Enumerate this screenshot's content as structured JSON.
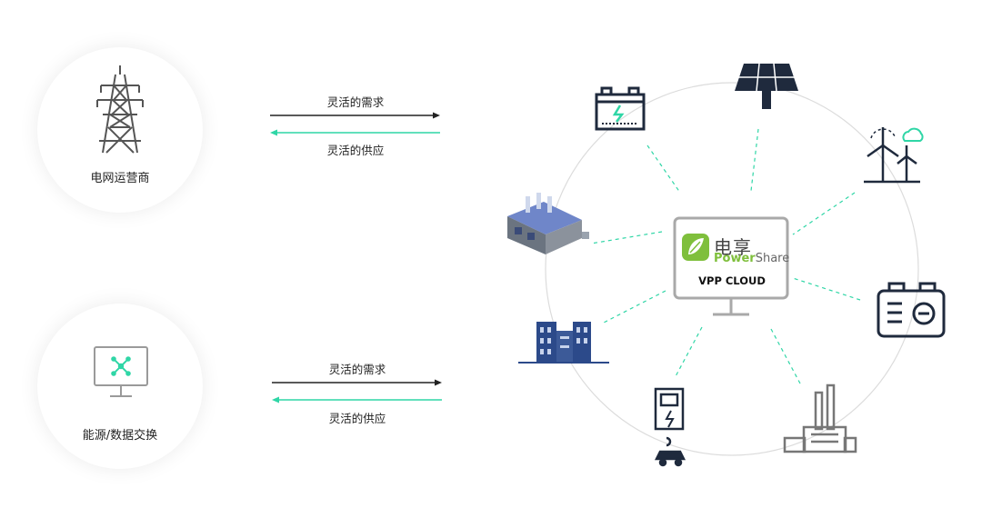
{
  "left_nodes": {
    "grid_operator_label": "电网运营商",
    "energy_exchange_label": "能源/数据交换"
  },
  "flows": {
    "top": {
      "demand_label": "灵活的需求",
      "supply_label": "灵活的供应"
    },
    "bottom": {
      "demand_label": "灵活的需求",
      "supply_label": "灵活的供应"
    }
  },
  "hub": {
    "brand_cn": "电享",
    "brand_en_power": "Power",
    "brand_en_share": "Share",
    "product_label": "VPP CLOUD"
  },
  "colors": {
    "accent": "#2fd6a6",
    "brand_green": "#7fbf3c",
    "line_dark": "#222222",
    "icon_dark": "#1f2a3d",
    "building_blue": "#2c4a8a"
  },
  "icons": [
    "transmission-tower-icon",
    "monitor-network-icon",
    "battery-icon",
    "solar-panel-icon",
    "wind-turbine-icon",
    "generator-icon",
    "factory-chimney-icon",
    "ev-charger-icon",
    "office-building-icon",
    "warehouse-icon"
  ]
}
